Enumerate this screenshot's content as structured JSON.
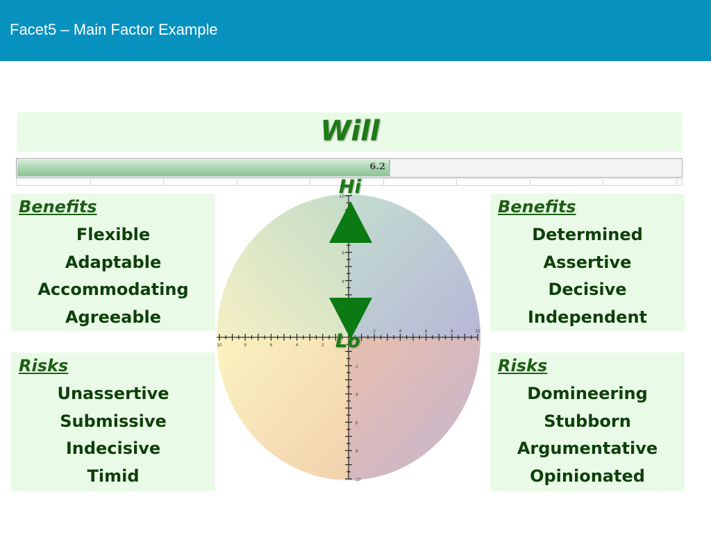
{
  "header": {
    "title": "Facet5 – Main Factor Example"
  },
  "factor": {
    "title": "Will",
    "score": 6.2,
    "score_label": "6.2",
    "scale_max": 10
  },
  "axis": {
    "hi_label": "Hi",
    "lo_label": "Lo",
    "tick_labels": [
      "10",
      "8",
      "6",
      "4",
      "2",
      "2",
      "4",
      "6",
      "8",
      "10"
    ]
  },
  "low_side": {
    "benefits": {
      "heading": "Benefits",
      "items": [
        "Flexible",
        "Adaptable",
        "Accommodating",
        "Agreeable"
      ]
    },
    "risks": {
      "heading": "Risks",
      "items": [
        "Unassertive",
        "Submissive",
        "Indecisive",
        "Timid"
      ]
    }
  },
  "high_side": {
    "benefits": {
      "heading": "Benefits",
      "items": [
        "Determined",
        "Assertive",
        "Decisive",
        "Independent"
      ]
    },
    "risks": {
      "heading": "Risks",
      "items": [
        "Domineering",
        "Stubborn",
        "Argumentative",
        "Opinionated"
      ]
    }
  },
  "colors": {
    "header": "#0791bf",
    "panel": "#e9fbe7",
    "arrow": "#0b7a12",
    "title_text": "#1e7a16"
  }
}
